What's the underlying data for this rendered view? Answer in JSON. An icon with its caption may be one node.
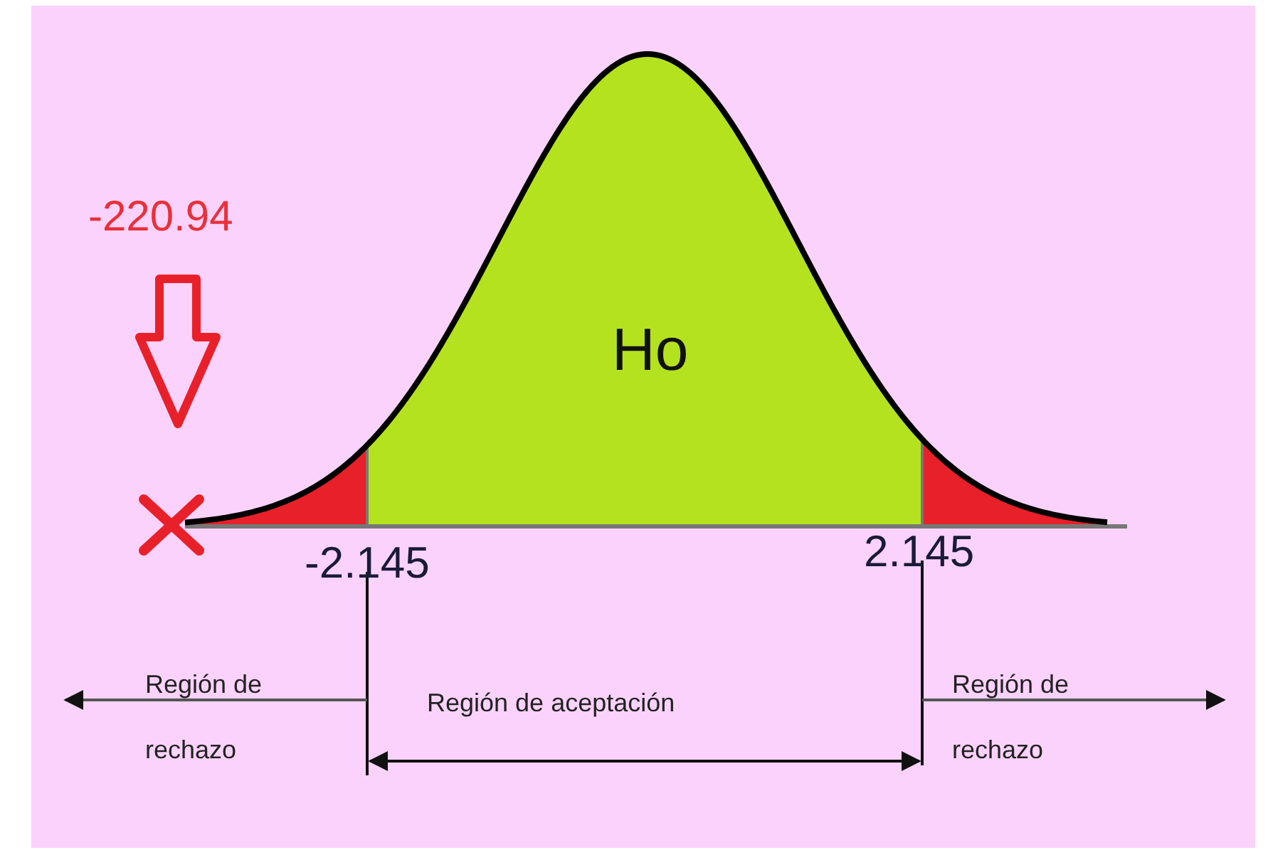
{
  "diagram": {
    "labels": [
      "-220.94",
      "Ho",
      "-2.145",
      "2.145",
      "Región de rechazo",
      "Región de aceptación",
      "Región de rechazo"
    ]
  }
}
